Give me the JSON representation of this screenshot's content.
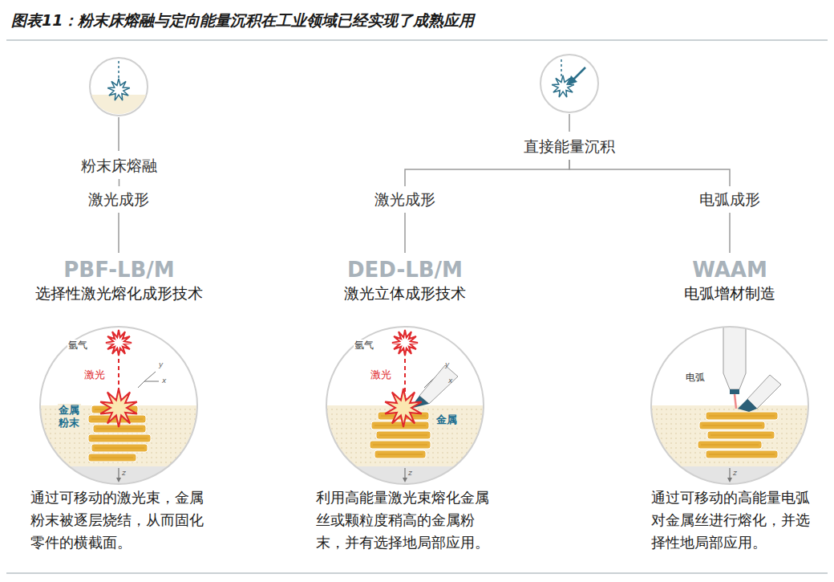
{
  "diagram": {
    "title": "图表11：粉末床熔融与定向能量沉积在工业领域已经实现了成熟应用",
    "nodes": [
      {
        "text": [
          "粉末床熔融"
        ]
      },
      {
        "text": [
          "激光成形"
        ]
      },
      {
        "text": [
          "PBF-LB/M",
          "选择性激光熔化成形技术"
        ]
      },
      {
        "text": [
          "氩气",
          "激光",
          "金属 粉末"
        ]
      },
      {
        "text": [
          "直接能量沉积"
        ]
      },
      {
        "text": [
          "激光成形"
        ]
      },
      {
        "text": [
          "DED-LB/M",
          "激光立体成形技术"
        ]
      },
      {
        "text": [
          "氩气",
          "激光",
          "金属"
        ]
      },
      {
        "text": [
          "电弧成形"
        ]
      },
      {
        "text": [
          "WAAM",
          "电弧增材制造"
        ]
      },
      {
        "text": [
          "电弧"
        ]
      }
    ],
    "edges": [
      {
        "from": 0,
        "to": 1,
        "arrow": "none"
      },
      {
        "from": 1,
        "to": 2,
        "arrow": "none"
      },
      {
        "from": 4,
        "to": 5,
        "arrow": "none"
      },
      {
        "from": 4,
        "to": 8,
        "arrow": "none"
      },
      {
        "from": 5,
        "to": 6,
        "arrow": "none"
      },
      {
        "from": 8,
        "to": 9,
        "arrow": "none"
      }
    ],
    "labels": [
      "y",
      "x",
      "z",
      "通过可移动的激光束，金属粉末被逐层烧结，从而固化零件的横截面。",
      "y",
      "x",
      "z",
      "利用高能量激光束熔化金属丝或颗粒度稍高的金属粉末，并有选择地局部应用。",
      "z",
      "通过可移动的高能量电弧对金属丝进行熔化，并选择性地局部应用。"
    ]
  }
}
